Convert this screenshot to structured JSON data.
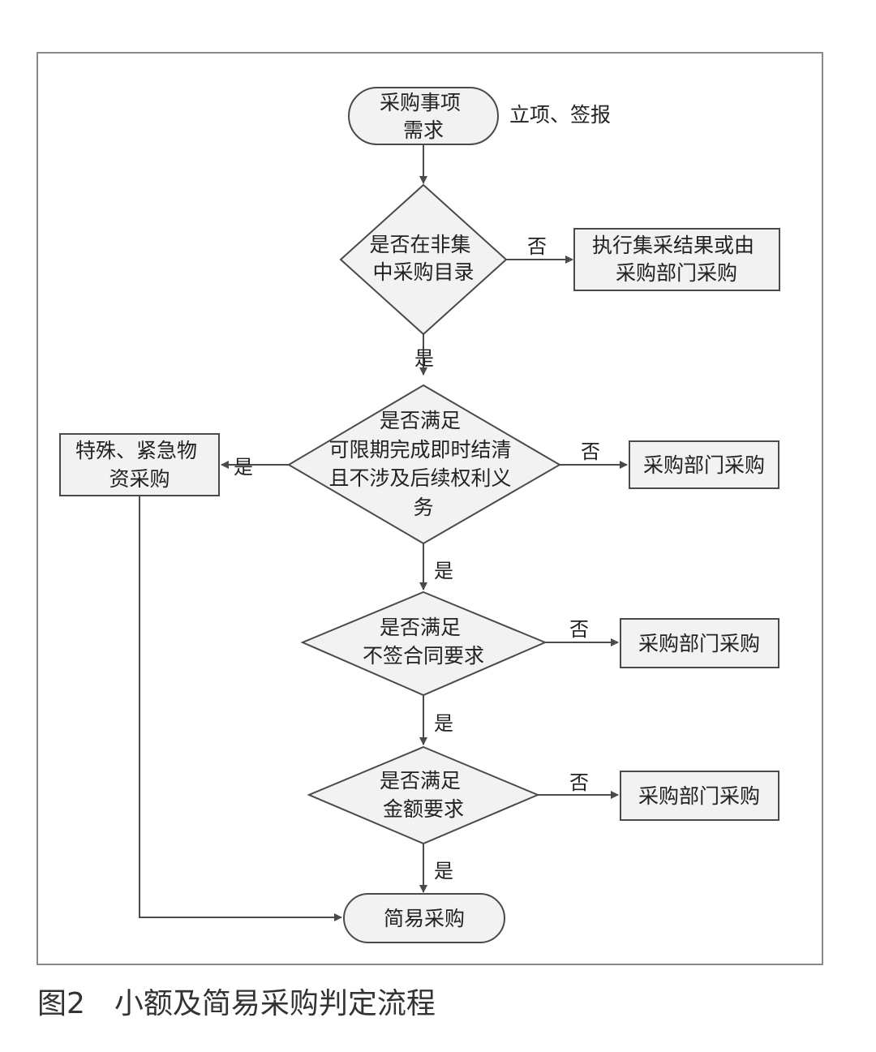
{
  "nodes": {
    "start": [
      "采购事项",
      "需求"
    ],
    "start_note": "立项、签报",
    "d1": [
      "是否在非集",
      "中采购目录"
    ],
    "d1_no_box": [
      "执行集采结果或由",
      "采购部门采购"
    ],
    "d2": [
      "是否满足",
      "可限期完成即时结清",
      "且不涉及后续权利义",
      "务"
    ],
    "d2_no_box": "采购部门采购",
    "special_box": [
      "特殊、紧急物",
      "资采购"
    ],
    "d3": [
      "是否满足",
      "不签合同要求"
    ],
    "d3_no_box": "采购部门采购",
    "d4": [
      "是否满足",
      "金额要求"
    ],
    "d4_no_box": "采购部门采购",
    "end": "简易采购"
  },
  "edge_labels": {
    "yes": "是",
    "no": "否"
  },
  "caption": "图2　小额及简易采购判定流程"
}
